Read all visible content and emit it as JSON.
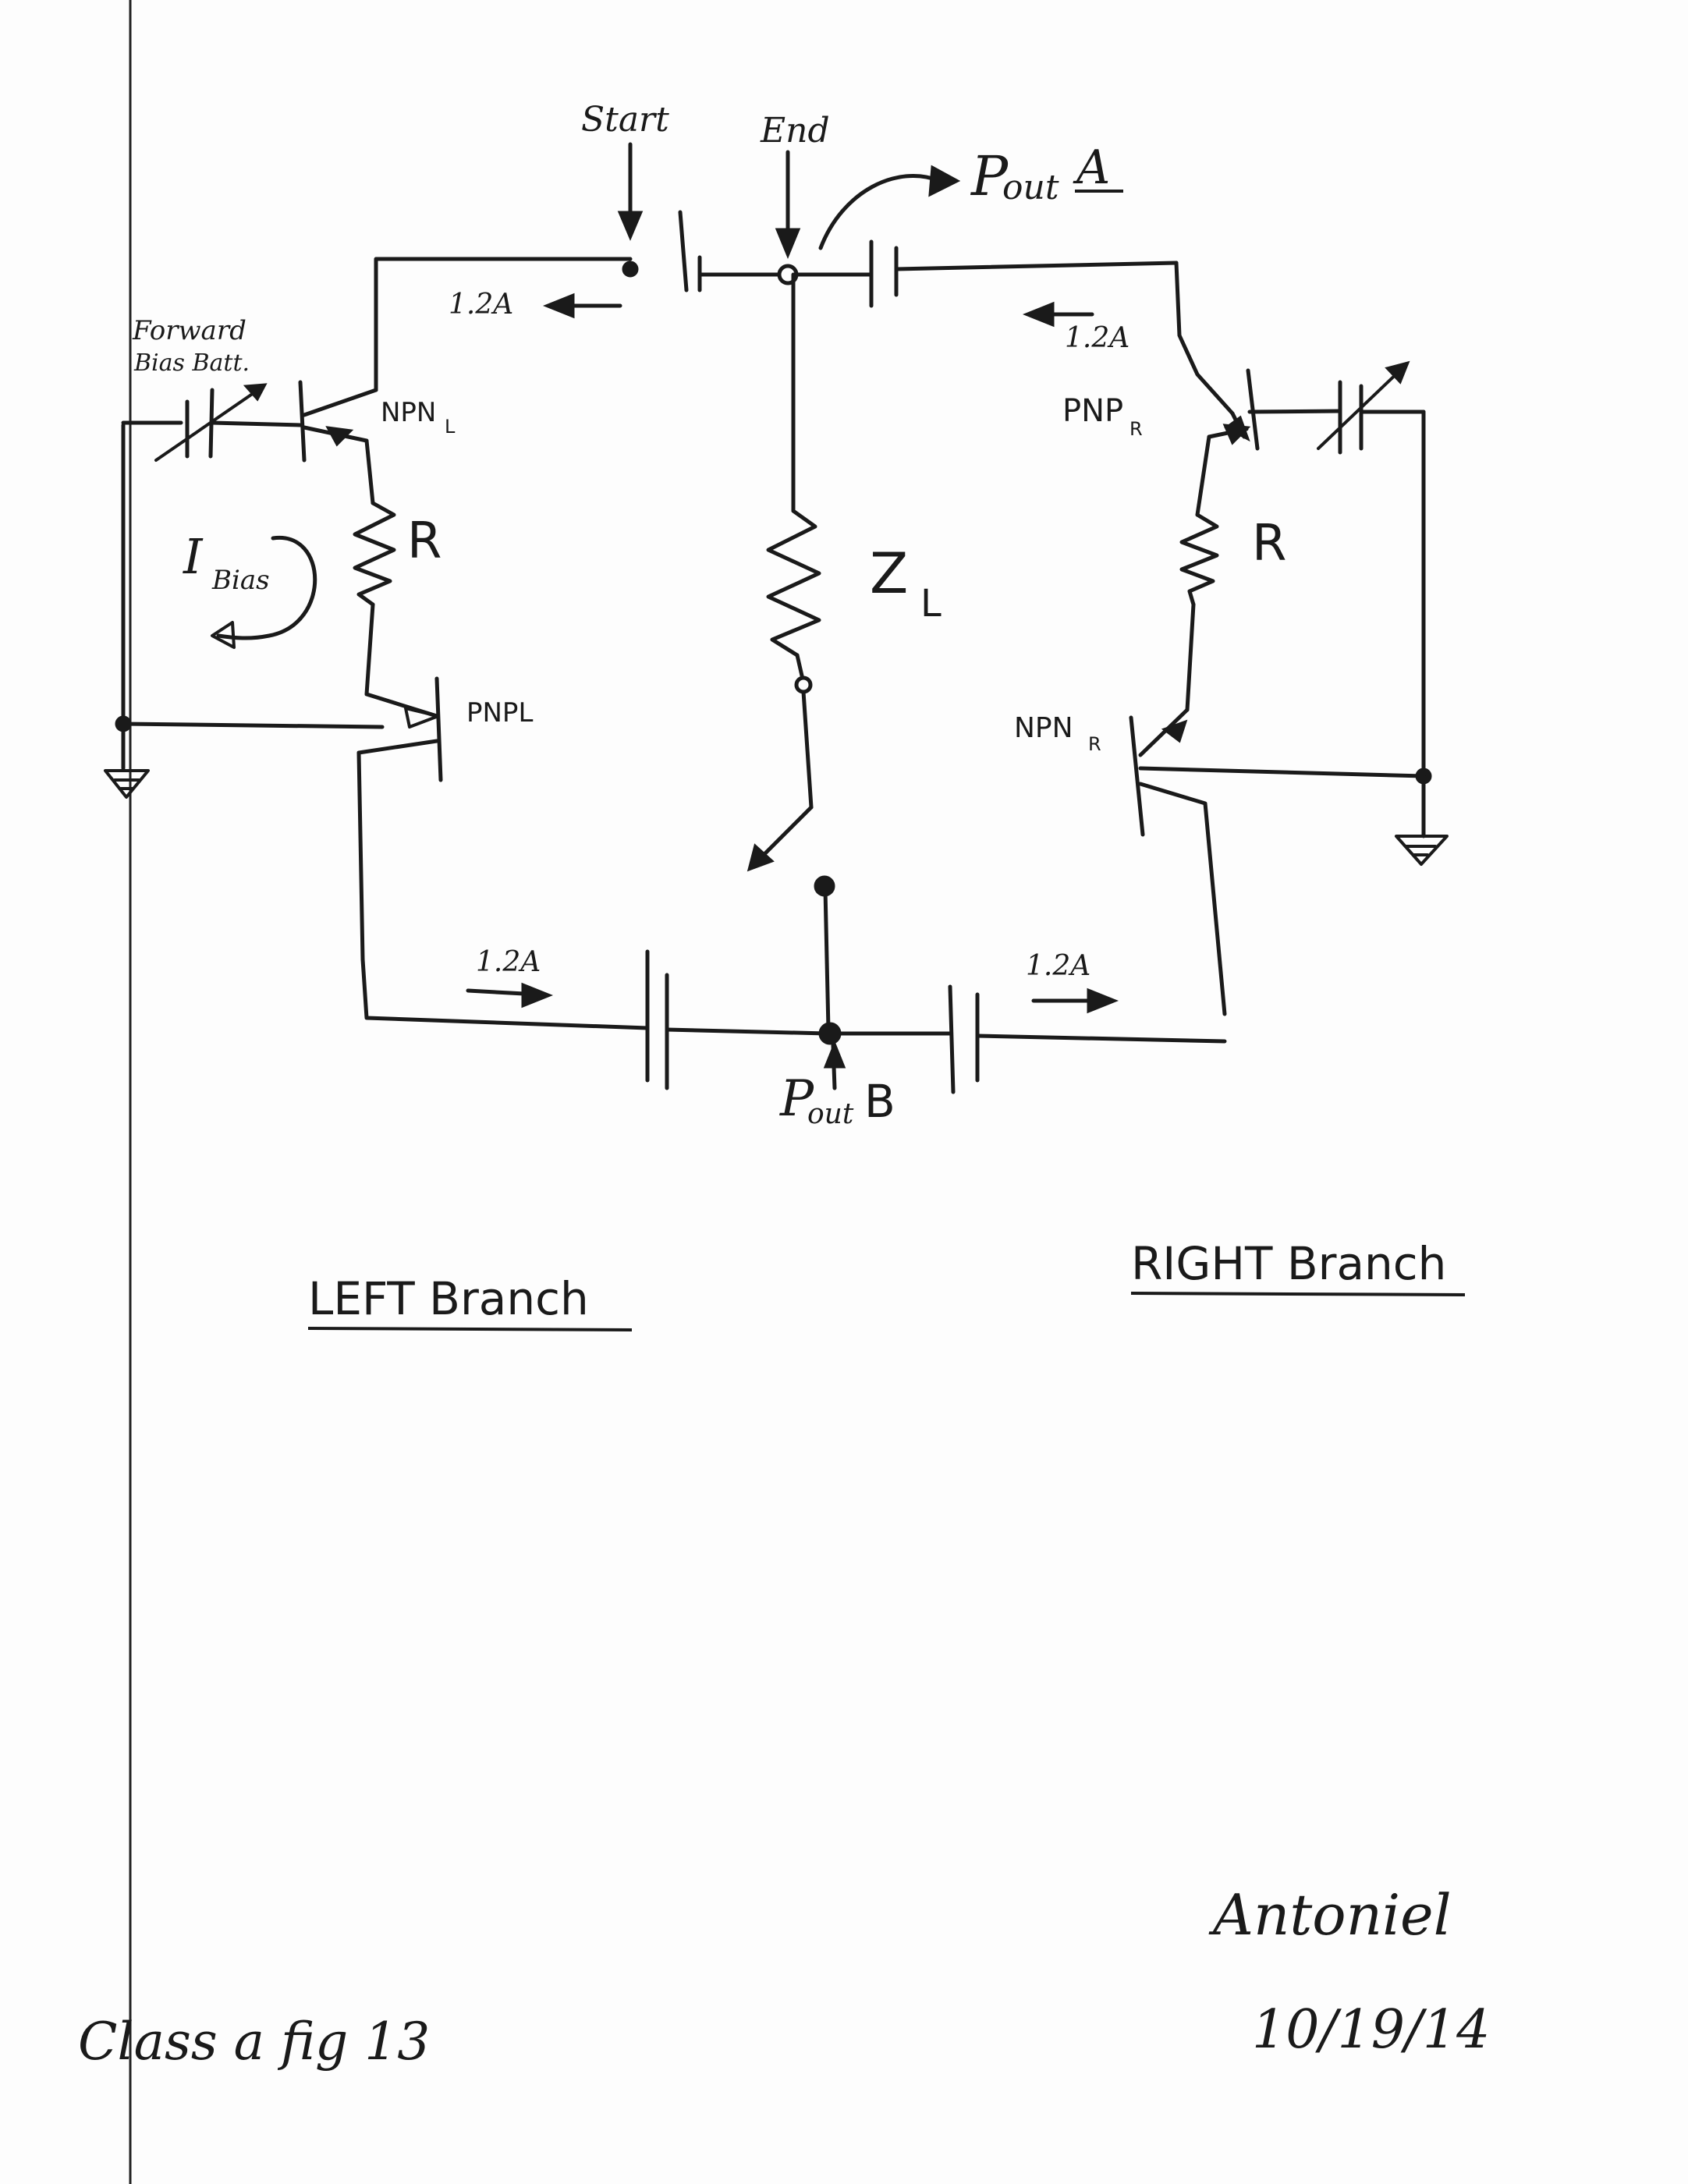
{
  "labels": {
    "start": "Start",
    "end": "End",
    "pout_a_p": "P",
    "pout_a_sub": "out",
    "pout_a_letter": "A",
    "forward_bias_line1": "Forward",
    "forward_bias_line2": "Bias Batt.",
    "ibias_main": "I",
    "ibias_sub": "Bias",
    "npn_l_main": "NPN",
    "npn_l_sub": "L",
    "pnp_l": "PNPL",
    "resistor_left": "R",
    "resistor_right": "R",
    "load_main": "Z",
    "load_sub": "L",
    "pnp_r_main": "PNP",
    "pnp_r_sub": "R",
    "npn_r_main": "NPN",
    "npn_r_sub": "R",
    "current_top_left": "1.2A",
    "current_top_right": "1.2A",
    "current_bottom_left": "1.2A",
    "current_bottom_right": "1.2A",
    "pout_b_p": "P",
    "pout_b_sub": "out",
    "pout_b_letter": "B",
    "left_branch": "LEFT Branch",
    "right_branch": "RIGHT Branch",
    "footer_caption": "Class a fig 13",
    "signature": "Antoniel",
    "date": "10/19/14"
  }
}
